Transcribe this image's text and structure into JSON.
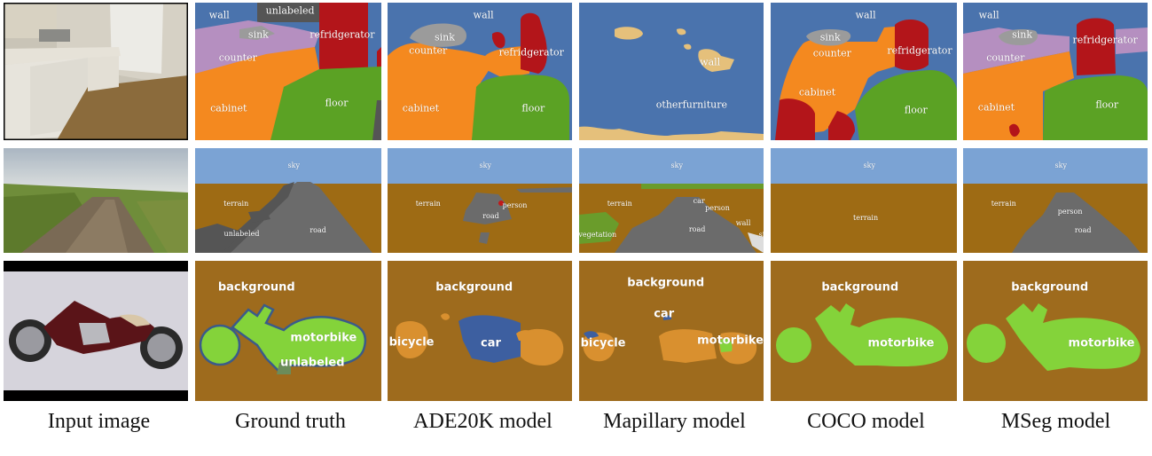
{
  "columns": [
    "Input image",
    "Ground truth",
    "ADE20K model",
    "Mapillary model",
    "COCO model",
    "MSeg model"
  ],
  "colors": {
    "wall": "#4a73ad",
    "unlabeled": "#555555",
    "sink": "#9b9b9b",
    "counter": "#b58fc0",
    "refridgerator": "#b3151a",
    "cabinet": "#f4891f",
    "floor": "#5ba224",
    "sand": "#e5c07b",
    "sky": "#7ba3d4",
    "terrain": "#9e6b14",
    "road": "#6b6b6b",
    "vegetation": "#6a9c2b",
    "person": "#c21919",
    "background": "#9e6b1d",
    "motorbike": "#84d33a",
    "bicycle": "#d9902f",
    "car": "#3d5fa0"
  },
  "row1": {
    "gt": {
      "wall": "wall",
      "unlabeled": "unlabeled",
      "sink": "sink",
      "refridgerator": "refridgerator",
      "counter": "counter",
      "cabinet": "cabinet",
      "floor": "floor"
    },
    "ade": {
      "wall": "wall",
      "sink": "sink",
      "counter": "counter",
      "refridgerator": "refridgerator",
      "cabinet": "cabinet",
      "floor": "floor"
    },
    "map": {
      "wall": "wall",
      "otherfurniture": "otherfurniture"
    },
    "coco": {
      "wall": "wall",
      "sink": "sink",
      "counter": "counter",
      "refridgerator": "refridgerator",
      "cabinet": "cabinet",
      "floor": "floor"
    },
    "mseg": {
      "wall": "wall",
      "sink": "sink",
      "refridgerator": "refridgerator",
      "counter": "counter",
      "cabinet": "cabinet",
      "floor": "floor"
    }
  },
  "row2": {
    "gt": {
      "sky": "sky",
      "terrain": "terrain",
      "unlabeled": "unlabeled",
      "road": "road"
    },
    "ade": {
      "sky": "sky",
      "terrain": "terrain",
      "person": "person",
      "road": "road"
    },
    "map": {
      "sky": "sky",
      "terrain": "terrain",
      "car": "car",
      "person": "person",
      "wall": "wall",
      "si": "si",
      "vegetation": "vegetation",
      "road": "road"
    },
    "coco": {
      "sky": "sky",
      "terrain": "terrain"
    },
    "mseg": {
      "sky": "sky",
      "terrain": "terrain",
      "person": "person",
      "road": "road"
    }
  },
  "row3": {
    "gt": {
      "background": "background",
      "motorbike": "motorbike",
      "unlabeled": "unlabeled"
    },
    "ade": {
      "background": "background",
      "bicycle": "bicycle",
      "car": "car"
    },
    "map": {
      "background": "background",
      "car": "car",
      "bicycle": "bicycle",
      "motorbike": "motorbike"
    },
    "coco": {
      "background": "background",
      "motorbike": "motorbike"
    },
    "mseg": {
      "background": "background",
      "motorbike": "motorbike"
    }
  }
}
